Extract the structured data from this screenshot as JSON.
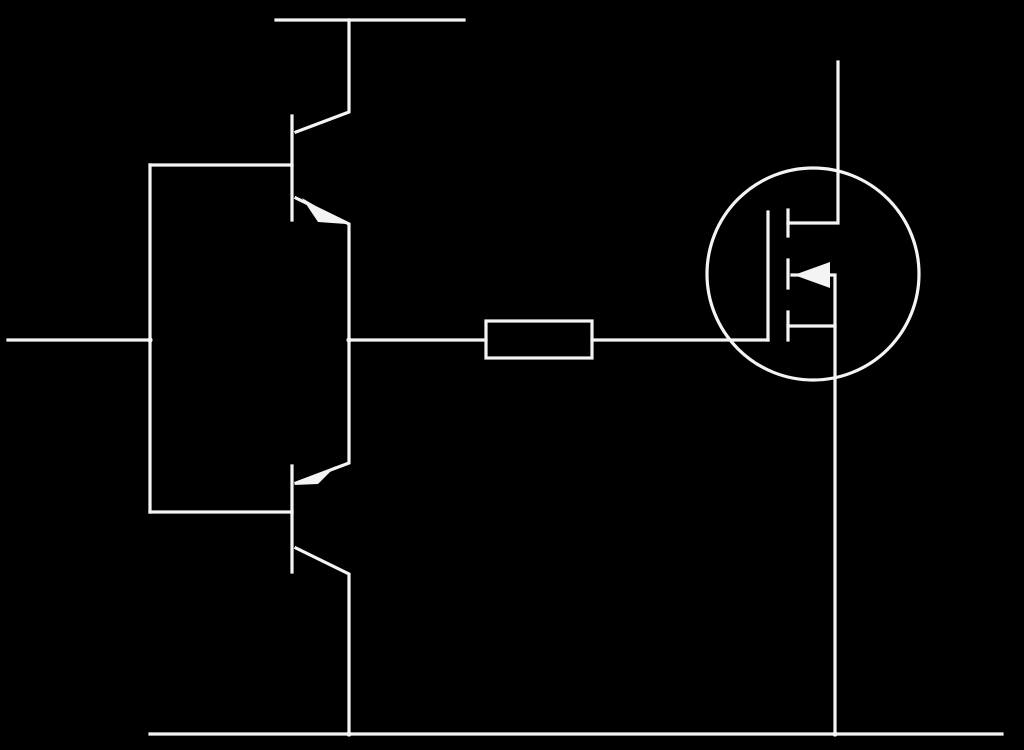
{
  "diagram": {
    "type": "circuit-schematic",
    "colors": {
      "background": "#000000",
      "line": "#f4f4f4"
    },
    "components": [
      {
        "id": "q-npn",
        "kind": "npn-bjt"
      },
      {
        "id": "q-pnp",
        "kind": "pnp-bjt"
      },
      {
        "id": "r-gate",
        "kind": "resistor"
      },
      {
        "id": "m-fet",
        "kind": "n-channel-mosfet"
      }
    ],
    "labels": []
  }
}
